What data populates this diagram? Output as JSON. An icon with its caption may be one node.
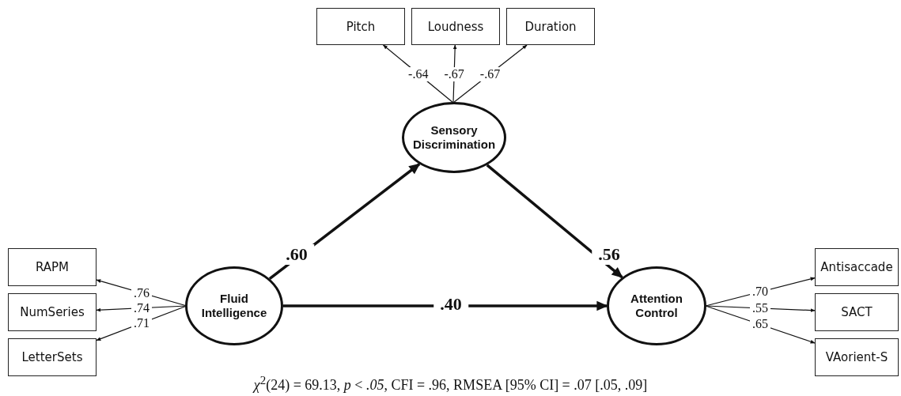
{
  "diagram": {
    "caption": "*χ*$^{2}$(24) = 69.13, *p* < *.05*, CFI = .96, RMSEA [95% CI] = .07 [.05, .09]",
    "nodes": [
      {
        "text": [
          "Pitch"
        ]
      },
      {
        "text": [
          "Loudness"
        ]
      },
      {
        "text": [
          "Duration"
        ]
      },
      {
        "text": [
          "Sensory Discrimination"
        ]
      },
      {
        "text": [
          "RAPM"
        ]
      },
      {
        "text": [
          "NumSeries"
        ]
      },
      {
        "text": [
          "LetterSets"
        ]
      },
      {
        "text": [
          "Fluid Intelligence"
        ]
      },
      {
        "text": [
          "Attention Control"
        ]
      },
      {
        "text": [
          "Antisaccade"
        ]
      },
      {
        "text": [
          "SACT"
        ]
      },
      {
        "text": [
          "VAorient-S"
        ]
      }
    ],
    "edges": [
      {
        "from": 3,
        "to": 0,
        "arrow": "to",
        "label": "-.64"
      },
      {
        "from": 3,
        "to": 1,
        "arrow": "to",
        "label": "-.67"
      },
      {
        "from": 3,
        "to": 2,
        "arrow": "to",
        "label": "-.67"
      },
      {
        "from": 7,
        "to": 3,
        "arrow": "to",
        "label": ".60",
        "style": "thick"
      },
      {
        "from": 3,
        "to": 8,
        "arrow": "to",
        "label": ".56",
        "style": "thick"
      },
      {
        "from": 7,
        "to": 8,
        "arrow": "to",
        "label": ".40",
        "style": "thick"
      },
      {
        "from": 7,
        "to": 4,
        "arrow": "to",
        "label": ".76"
      },
      {
        "from": 7,
        "to": 5,
        "arrow": "to",
        "label": ".74"
      },
      {
        "from": 7,
        "to": 6,
        "arrow": "to",
        "label": ".71"
      },
      {
        "from": 8,
        "to": 9,
        "arrow": "to",
        "label": ".70"
      },
      {
        "from": 8,
        "to": 10,
        "arrow": "to",
        "label": ".55"
      },
      {
        "from": 8,
        "to": 11,
        "arrow": "to",
        "label": ".65"
      }
    ]
  }
}
